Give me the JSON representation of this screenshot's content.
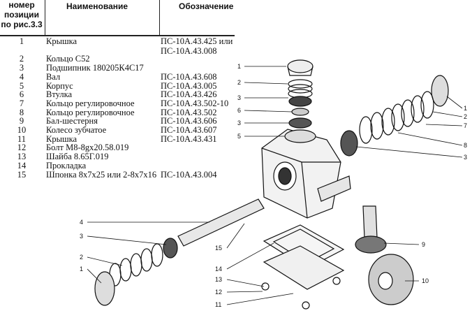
{
  "header": {
    "number_label": [
      "номер",
      "позиции",
      "по рис.3.3"
    ],
    "name_label": "Наименование",
    "code_label": "Обозначение"
  },
  "parts": [
    {
      "n": "1",
      "name": "Крышка",
      "code": "ПС-10А.43.425 или",
      "code2": "ПС-10А.43.008"
    },
    {
      "n": "2",
      "name": "Кольцо С52",
      "code": ""
    },
    {
      "n": "3",
      "name": "Подшипник 180205К4С17",
      "code": ""
    },
    {
      "n": "4",
      "name": "Вал",
      "code": "ПС-10А.43.608"
    },
    {
      "n": "5",
      "name": "Корпус",
      "code": "ПС-10А.43.005"
    },
    {
      "n": "6",
      "name": "Втулка",
      "code": "ПС-10А.43.426"
    },
    {
      "n": "7",
      "name": "Кольцо регулировочное",
      "code": "ПС-10А.43.502-10"
    },
    {
      "n": "8",
      "name": "Кольцо регулировочное",
      "code": "ПС-10А.43.502"
    },
    {
      "n": "9",
      "name": "Бал-шестерня",
      "code": "ПС-10А.43.606"
    },
    {
      "n": "10",
      "name": "Колесо зубчатое",
      "code": "ПС-10А.43.607"
    },
    {
      "n": "11",
      "name": "Крышка",
      "code": "ПС-10А.43.431"
    },
    {
      "n": "12",
      "name": "Болт М8-8gх20.58.019",
      "code": ""
    },
    {
      "n": "13",
      "name": "Шайба 8.65Г.019",
      "code": ""
    },
    {
      "n": "14",
      "name": "Прокладка",
      "code": ""
    },
    {
      "n": "15",
      "name": "Шпонка 8х7х25 или 2-8х7х16",
      "code": "ПС-10А.43.004"
    }
  ],
  "callouts": {
    "top_stack": [
      "1",
      "2",
      "3",
      "6",
      "3",
      "5"
    ],
    "right_stack": [
      "1",
      "2",
      "7",
      "8",
      "3"
    ],
    "shaft": [
      "4",
      "3",
      "2",
      "1"
    ],
    "cover": [
      "15",
      "14",
      "13",
      "12",
      "11"
    ],
    "gears": [
      "9",
      "10"
    ]
  }
}
